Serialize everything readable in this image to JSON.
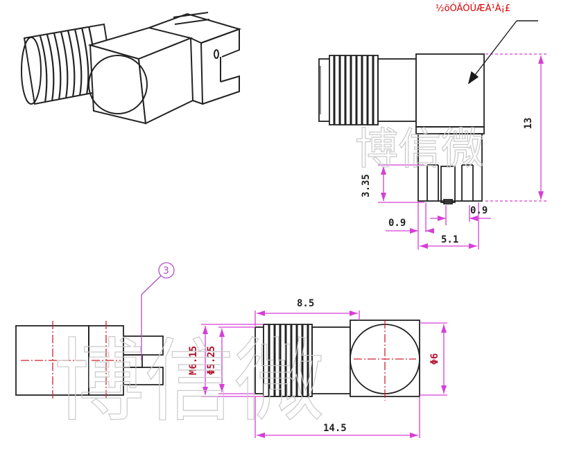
{
  "annotation": {
    "text": "½öÓÃÓÚÆÀ¹À¡£"
  },
  "watermark": {
    "top": "博信微",
    "bottom": "博信微"
  },
  "callout": {
    "label": "3"
  },
  "dimensions": {
    "height": "13",
    "pin_length": "3.35",
    "pin_width_left": "0.9",
    "pin_width_right": "0.9",
    "pin_spacing": "5.1",
    "thread_length": "8.5",
    "overall_length": "14.5",
    "thread_diameter": "M6.15",
    "inner_diameter": "Φ5.25",
    "body_diameter": "Φ6"
  },
  "colors": {
    "line": "#222222",
    "dimension": "#d63fd6",
    "center_line": "#d0202e",
    "annotation": "#d40000",
    "watermark": "#c8c8c8"
  }
}
